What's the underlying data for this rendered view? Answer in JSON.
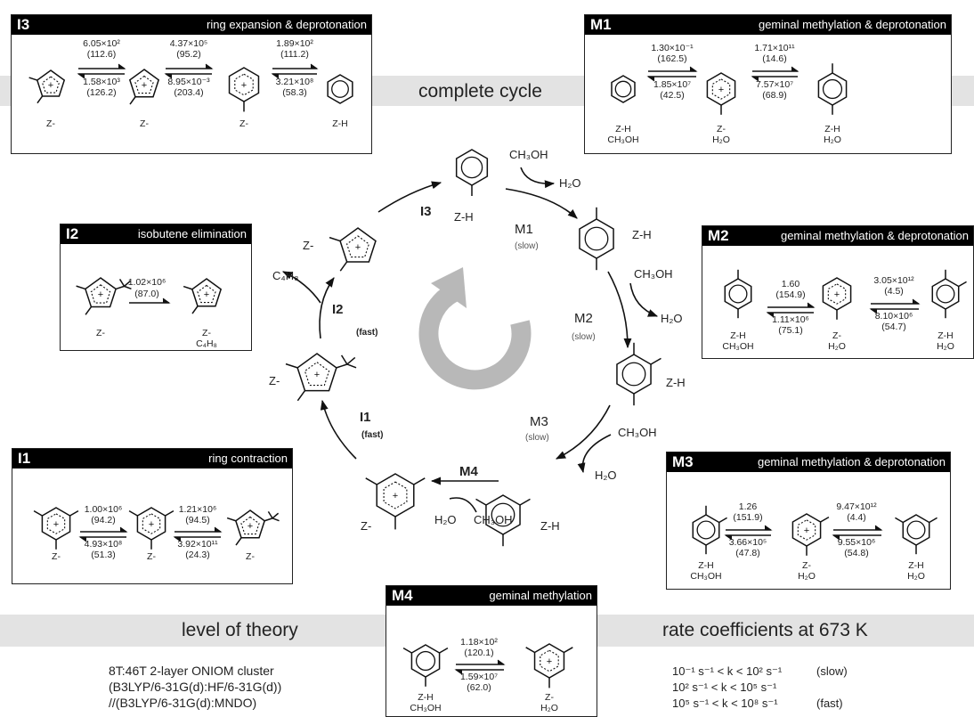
{
  "bands": {
    "cycle_title": "complete cycle",
    "theory_title": "level of theory",
    "rate_title": "rate coefficients at 673 K"
  },
  "panels": {
    "I3": {
      "id": "I3",
      "desc": "ring expansion & deprotonation",
      "k": [
        {
          "fwd": "6.05×10²",
          "fwd_dg": "(112.6)",
          "rev": "1.58×10³",
          "rev_dg": "(126.2)"
        },
        {
          "fwd": "4.37×10⁵",
          "fwd_dg": "(95.2)",
          "rev": "8.95×10⁻³",
          "rev_dg": "(203.4)"
        },
        {
          "fwd": "1.89×10²",
          "fwd_dg": "(111.2)",
          "rev": "3.21×10⁸",
          "rev_dg": "(58.3)"
        }
      ],
      "labels": [
        "Z-",
        "Z-",
        "Z-",
        "Z-H"
      ]
    },
    "M1": {
      "id": "M1",
      "desc": "geminal methylation & deprotonation",
      "k": [
        {
          "fwd": "1.30×10⁻¹",
          "fwd_dg": "(162.5)",
          "rev": "1.85×10⁷",
          "rev_dg": "(42.5)"
        },
        {
          "fwd": "1.71×10¹¹",
          "fwd_dg": "(14.6)",
          "rev": "7.57×10⁷",
          "rev_dg": "(68.9)"
        }
      ],
      "labels": [
        "Z-H",
        "CH₃OH",
        "Z-",
        "H₂O",
        "Z-H",
        "H₂O"
      ]
    },
    "I2": {
      "id": "I2",
      "desc": "isobutene elimination",
      "k": [
        {
          "fwd": "1.02×10⁶",
          "fwd_dg": "(87.0)"
        }
      ],
      "labels": [
        "Z-",
        "Z-",
        "C₄H₈"
      ]
    },
    "M2": {
      "id": "M2",
      "desc": "geminal methylation & deprotonation",
      "k": [
        {
          "fwd": "1.60",
          "fwd_dg": "(154.9)",
          "rev": "1.11×10⁶",
          "rev_dg": "(75.1)"
        },
        {
          "fwd": "3.05×10¹²",
          "fwd_dg": "(4.5)",
          "rev": "8.10×10⁶",
          "rev_dg": "(54.7)"
        }
      ],
      "labels": [
        "Z-H",
        "CH₃OH",
        "Z-",
        "H₂O",
        "Z-H",
        "H₂O"
      ]
    },
    "I1": {
      "id": "I1",
      "desc": "ring contraction",
      "k": [
        {
          "fwd": "1.00×10⁶",
          "fwd_dg": "(94.2)",
          "rev": "4.93×10⁸",
          "rev_dg": "(51.3)"
        },
        {
          "fwd": "1.21×10⁶",
          "fwd_dg": "(94.5)",
          "rev": "3.92×10¹¹",
          "rev_dg": "(24.3)"
        }
      ],
      "labels": [
        "Z-",
        "Z-",
        "Z-"
      ]
    },
    "M3": {
      "id": "M3",
      "desc": "geminal methylation & deprotonation",
      "k": [
        {
          "fwd": "1.26",
          "fwd_dg": "(151.9)",
          "rev": "3.66×10⁵",
          "rev_dg": "(47.8)"
        },
        {
          "fwd": "9.47×10¹²",
          "fwd_dg": "(4.4)",
          "rev": "9.55×10⁶",
          "rev_dg": "(54.8)"
        }
      ],
      "labels": [
        "Z-H",
        "CH₃OH",
        "Z-",
        "H₂O",
        "Z-H",
        "H₂O"
      ]
    },
    "M4": {
      "id": "M4",
      "desc": "geminal methylation",
      "k": [
        {
          "fwd": "1.18×10²",
          "fwd_dg": "(120.1)",
          "rev": "1.59×10⁷",
          "rev_dg": "(62.0)"
        }
      ],
      "labels": [
        "Z-H",
        "CH₃OH",
        "Z-",
        "H₂O"
      ]
    }
  },
  "cycle": {
    "steps": {
      "I3": "I3",
      "M1": "M1",
      "M2": "M2",
      "M3": "M3",
      "M4": "M4",
      "I1": "I1",
      "I2": "I2"
    },
    "speeds": {
      "M1": "(slow)",
      "M2": "(slow)",
      "M3": "(slow)",
      "I1": "(fast)",
      "I2": "(fast)"
    },
    "species": {
      "zh_top": "Z-H",
      "zh_m1": "Z-H",
      "zh_m2": "Z-H",
      "zh_m3": "Z-H",
      "z_m4": "Z-",
      "z_i1": "Z-",
      "z_i2": "Z-"
    },
    "reagents": {
      "ch3oh_m1": "CH₃OH",
      "h2o_m1": "H₂O",
      "ch3oh_m2": "CH₃OH",
      "h2o_m2": "H₂O",
      "ch3oh_m3": "CH₃OH",
      "h2o_m3": "H₂O",
      "ch3oh_m4": "CH₃OH",
      "h2o_m4": "H₂O",
      "c4h8": "C₄H₈"
    }
  },
  "theory": [
    "8T:46T 2-layer ONIOM cluster",
    "(B3LYP/6-31G(d):HF/6-31G(d))",
    "//(B3LYP/6-31G(d):MNDO)"
  ],
  "rates": [
    {
      "range": "10⁻¹ s⁻¹ < k < 10² s⁻¹",
      "label": "(slow)"
    },
    {
      "range": "10² s⁻¹ < k < 10⁵ s⁻¹",
      "label": ""
    },
    {
      "range": "10⁵ s⁻¹ < k < 10⁸ s⁻¹",
      "label": "(fast)"
    }
  ],
  "colors": {
    "band": "#e3e3e3",
    "panel_head": "#000000",
    "cycle_arrow": "#b8b8b8"
  }
}
